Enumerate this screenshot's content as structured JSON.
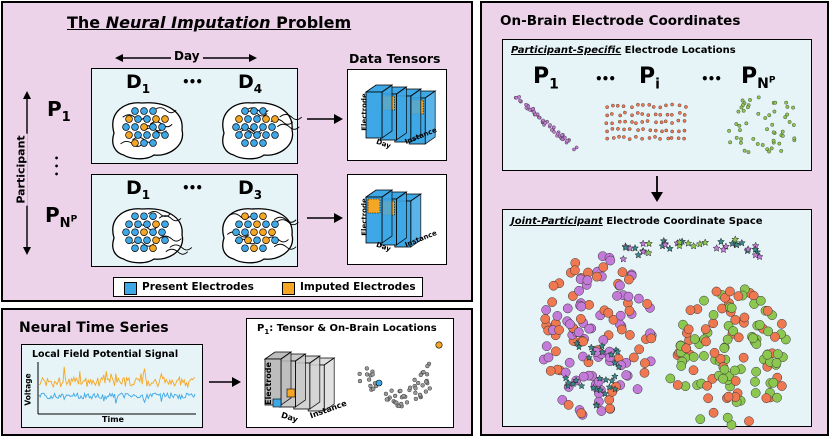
{
  "problem": {
    "title_pre": "The ",
    "title_em": "Neural Imputation",
    "title_post": " Problem",
    "day_label": "Day",
    "participant_label": "Participant",
    "row1": {
      "participant": "P",
      "sub": "1",
      "d_first": "D",
      "d_first_sub": "1",
      "d_last": "D",
      "d_last_sub": "4"
    },
    "row2": {
      "participant": "P",
      "sub": "N",
      "sup": "P",
      "d_first": "D",
      "d_first_sub": "1",
      "d_last": "D",
      "d_last_sub": "3"
    },
    "ellipsis": "•••",
    "vdots": "•\n•\n•",
    "tensors_title": "Data Tensors",
    "axis_electrode": "Electrode",
    "axis_day": "Day",
    "axis_instance": "Instance",
    "legend": {
      "present": "Present Electrodes",
      "imputed": "Imputed Electrodes"
    }
  },
  "timeseries": {
    "title": "Neural Time Series",
    "lfp_title": "Local Field Potential Signal",
    "ylabel": "Voltage",
    "xlabel": "Time",
    "right_title_p": "P",
    "right_title_sub": "1",
    "right_title_rest": ": Tensor & On-Brain Locations",
    "axis_electrode": "Electrode",
    "axis_day": "Day",
    "axis_instance": "Instance"
  },
  "coords": {
    "title": "On-Brain Electrode Coordinates",
    "specific_em": "Participant-Specific",
    "specific_rest": " Electrode Locations",
    "p1": "P",
    "p1_sub": "1",
    "pi": "P",
    "pi_sub": "i",
    "pn": "P",
    "pn_sub": "N",
    "pn_sup": "P",
    "ellipsis": "•••",
    "joint_em": "Joint-Participant",
    "joint_rest": " Electrode Coordinate Space"
  },
  "colors": {
    "panel": "#ecd3ea",
    "inner": "#e6f4f8",
    "present": "#3ea8e6",
    "imputed": "#f5a623",
    "purple": "#c47ad8",
    "orange": "#f07850",
    "green": "#8cc850",
    "teal": "#3a8a8a"
  }
}
